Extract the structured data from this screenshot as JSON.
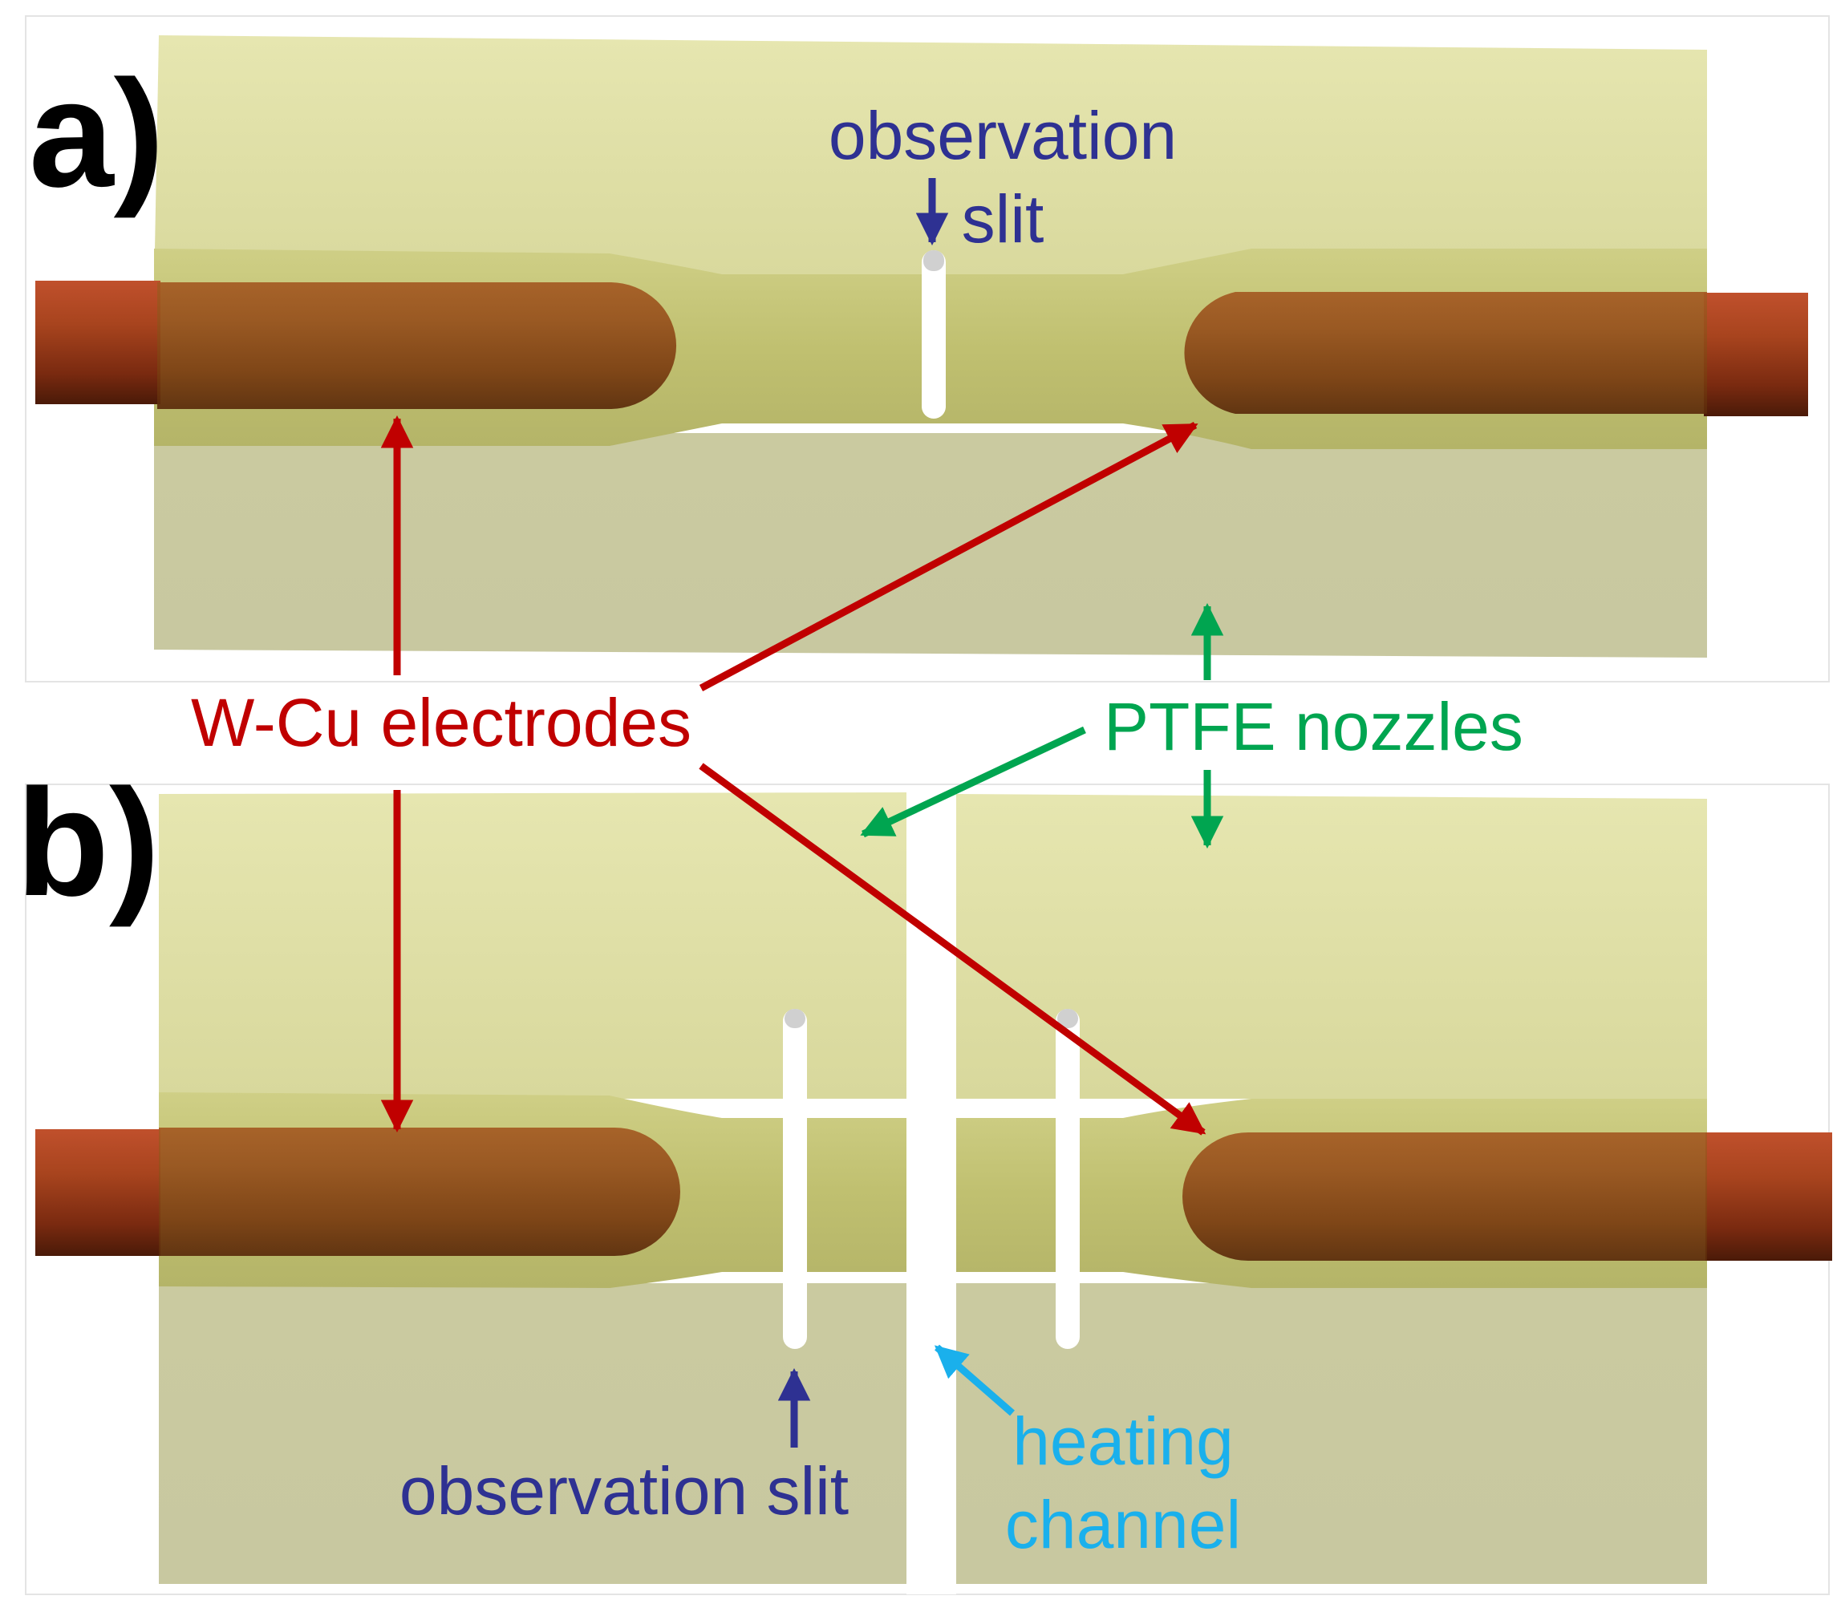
{
  "panels": {
    "a": {
      "letter": "a)"
    },
    "b": {
      "letter": "b)"
    }
  },
  "labels": {
    "electrodes": "W-Cu electrodes",
    "nozzles": "PTFE nozzles",
    "slit_a_line1": "observation",
    "slit_a_line2": "slit",
    "slit_b": "observation slit",
    "heating_line1": "heating",
    "heating_line2": "channel"
  },
  "colors": {
    "electrodes_label": "#c00000",
    "nozzles_label": "#00a550",
    "slit_label": "#2e3192",
    "heating_label": "#1ab0ec",
    "nozzle_body": "#dcdca0",
    "electrode": "#8b3a12"
  }
}
